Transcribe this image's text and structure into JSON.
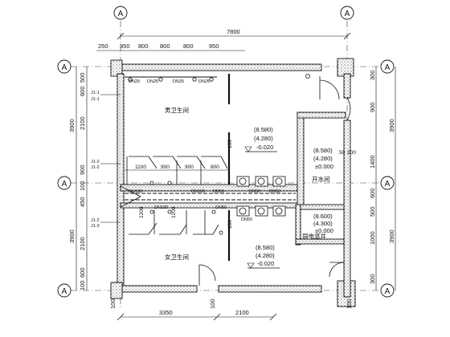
{
  "grid_labels": {
    "a": "A"
  },
  "dims_top": {
    "overall": "7800",
    "segments": [
      "250",
      "350",
      "800",
      "800",
      "800",
      "950"
    ]
  },
  "dims_bottom": [
    "3350",
    "2100"
  ],
  "dims_bottom_small": [
    "100",
    "100",
    "100"
  ],
  "dims_left_outer": [
    "3900",
    "3900"
  ],
  "dims_left_inner": [
    "500",
    "600",
    "2100",
    "900",
    "100",
    "450",
    "2100",
    "600",
    "100"
  ],
  "dims_right_inner": [
    "300",
    "900",
    "1400",
    "600",
    "500",
    "1000",
    "300"
  ],
  "dims_right_outer": [
    "3900",
    "3900"
  ],
  "rooms": {
    "mens": "男卫生间",
    "womens": "女卫生间",
    "water": "开水间",
    "elec": "弱电竖井"
  },
  "elevations": {
    "mens": [
      "(8.580)",
      "(4.280)",
      "-0.020"
    ],
    "womens": [
      "(8.580)",
      "(4.280)",
      "-0.020"
    ],
    "water": [
      "(8.580)",
      "(4.280)",
      "±0.000"
    ],
    "elec": [
      "(8.600)",
      "(4.300)",
      "±0.000"
    ]
  },
  "pipe_labels": {
    "top": [
      "DN25",
      "DN25",
      "DN25",
      "DN25"
    ],
    "upper_mid": [
      "DN100",
      "DN100",
      "DN50",
      "DN50",
      "DN50"
    ],
    "lower_mid": [
      "DN100",
      "DN50",
      "DN50"
    ]
  },
  "stall_dims": {
    "upper": [
      "1100",
      "900",
      "900",
      "800"
    ],
    "lower": [
      "1200",
      "1200"
    ]
  },
  "small_dims": {
    "stall_width": "100",
    "water_right": "50",
    "water_right2": "200",
    "mid": "100"
  },
  "section_marks": [
    "J1-1",
    "J1-1",
    "J1-2",
    "J1-2",
    "J1-2",
    "J1-3"
  ]
}
